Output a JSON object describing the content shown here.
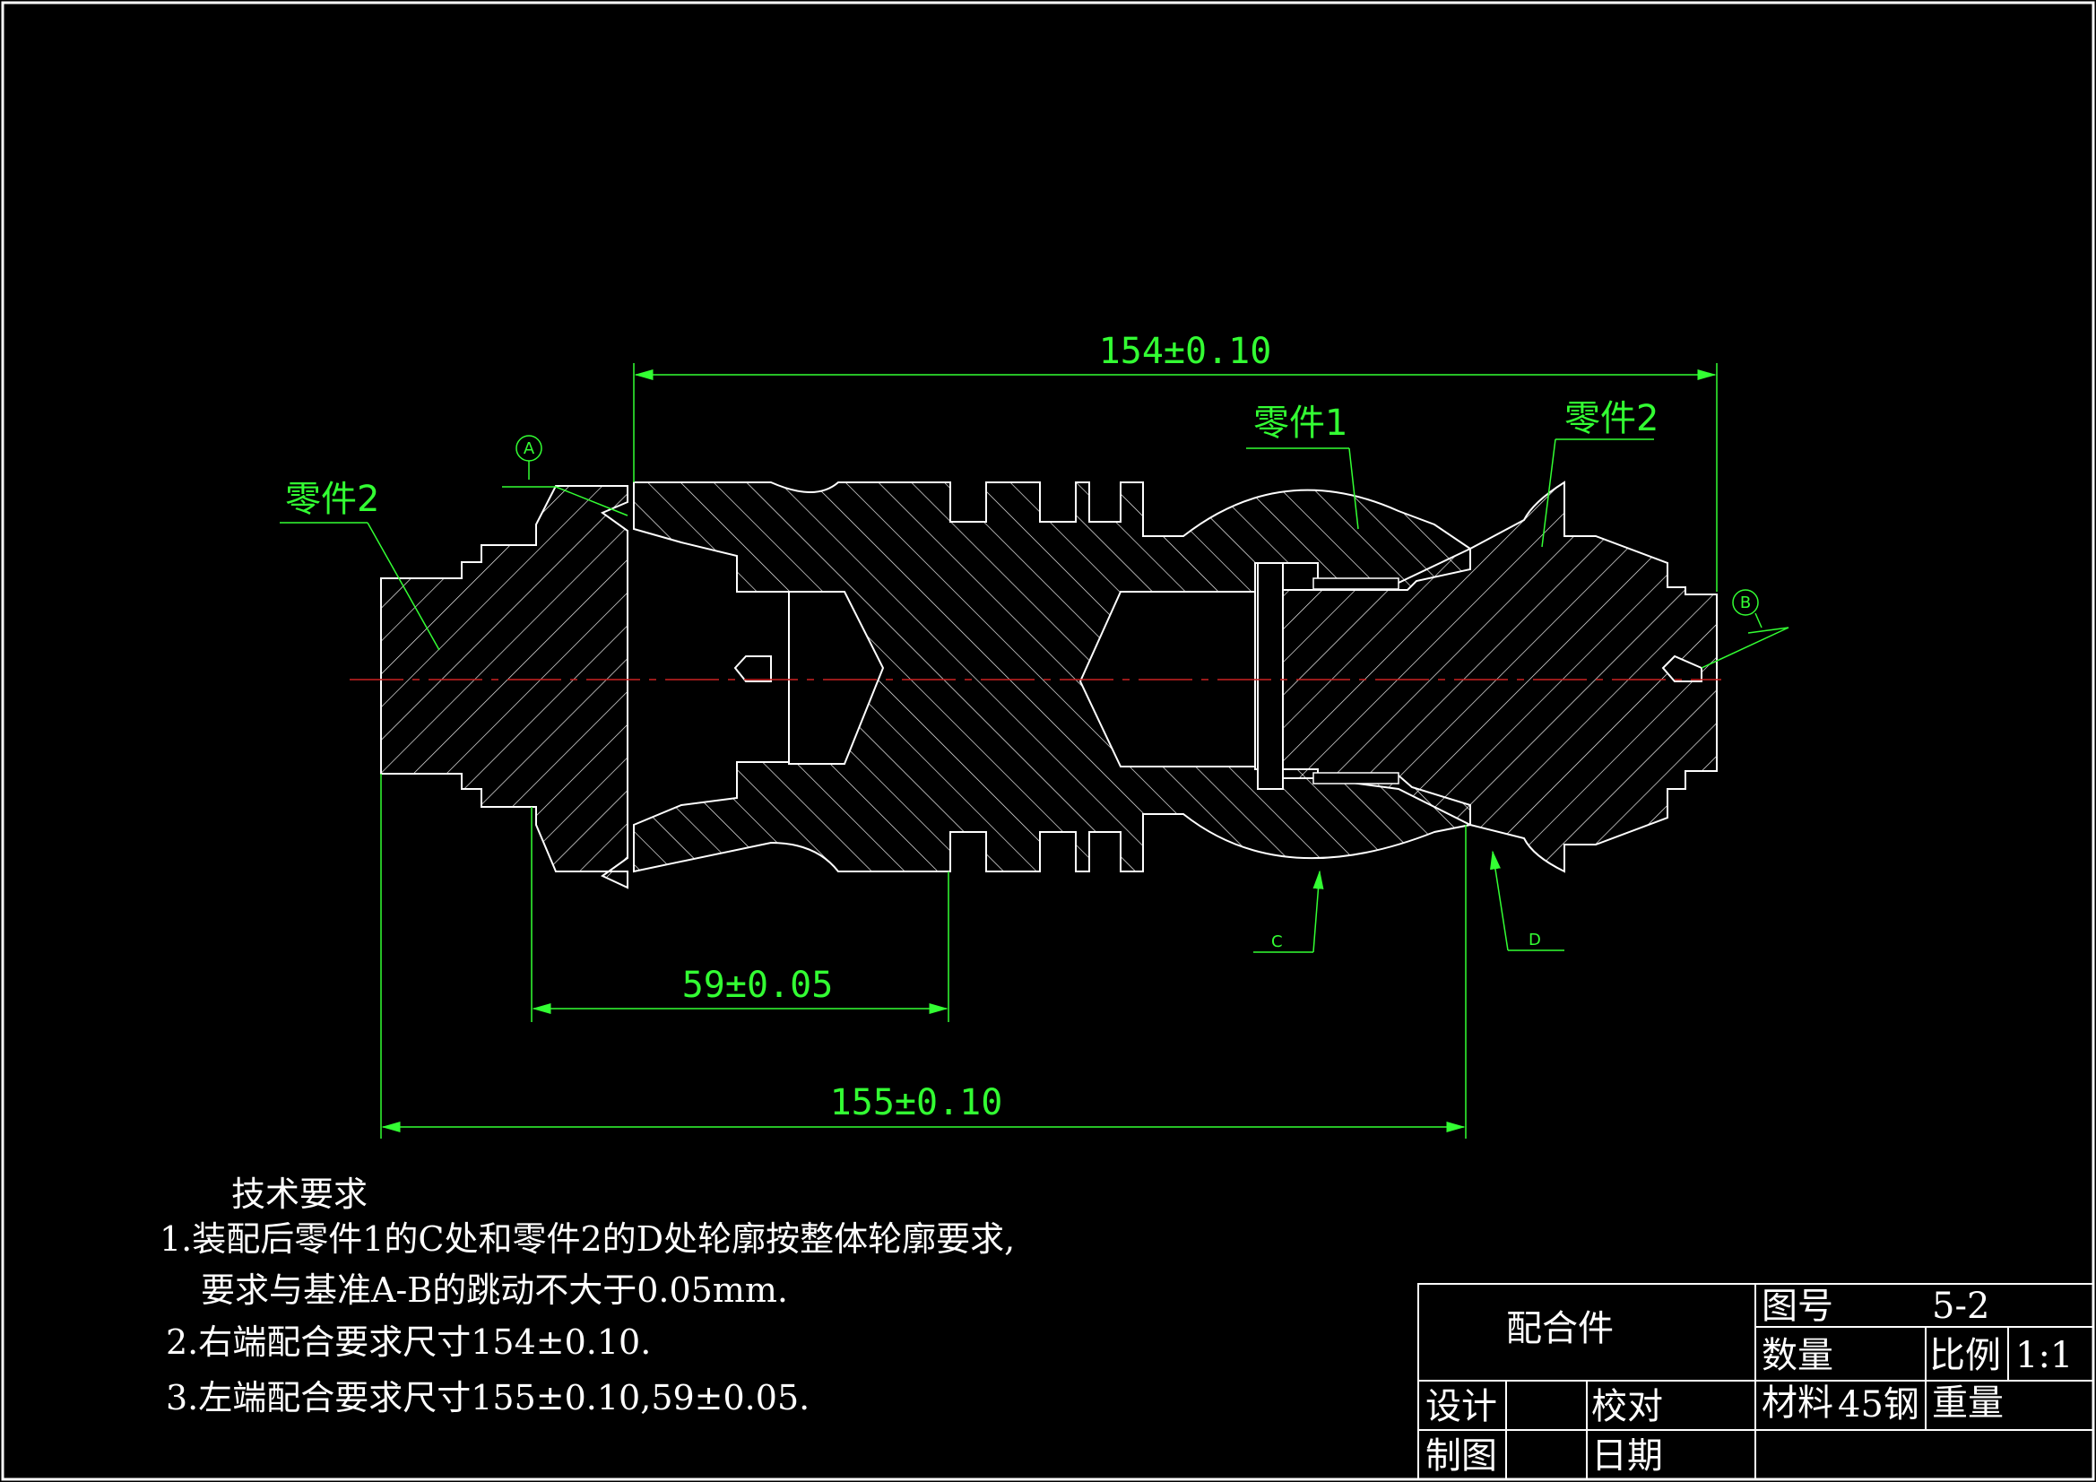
{
  "dimensions": {
    "top": "154±0.10",
    "middle": "59±0.05",
    "bottom": "155±0.10"
  },
  "labels": {
    "part2_left": "零件2",
    "part1": "零件1",
    "part2_right": "零件2",
    "datum_a": "A",
    "datum_b": "B",
    "point_c": "C",
    "point_d": "D"
  },
  "notes": {
    "title": "技术要求",
    "line1": "1.装配后零件1的C处和零件2的D处轮廓按整体轮廓要求,",
    "line1b": "要求与基准A-B的跳动不大于0.05mm.",
    "line2": "2.右端配合要求尺寸154±0.10.",
    "line3": "3.左端配合要求尺寸155±0.10,59±0.05."
  },
  "title_block": {
    "name": "配合件",
    "drawing_no_label": "图号",
    "drawing_no": "5-2",
    "quantity_label": "数量",
    "scale_label": "比例",
    "scale": "1:1",
    "design_label": "设计",
    "check_label": "校对",
    "material_label": "材料",
    "material": "45钢",
    "weight_label": "重量",
    "draft_label": "制图",
    "date_label": "日期"
  },
  "colors": {
    "background": "#000000",
    "geometry": "#ffffff",
    "annotation": "#33ff33",
    "centerline": "#cc2222"
  }
}
